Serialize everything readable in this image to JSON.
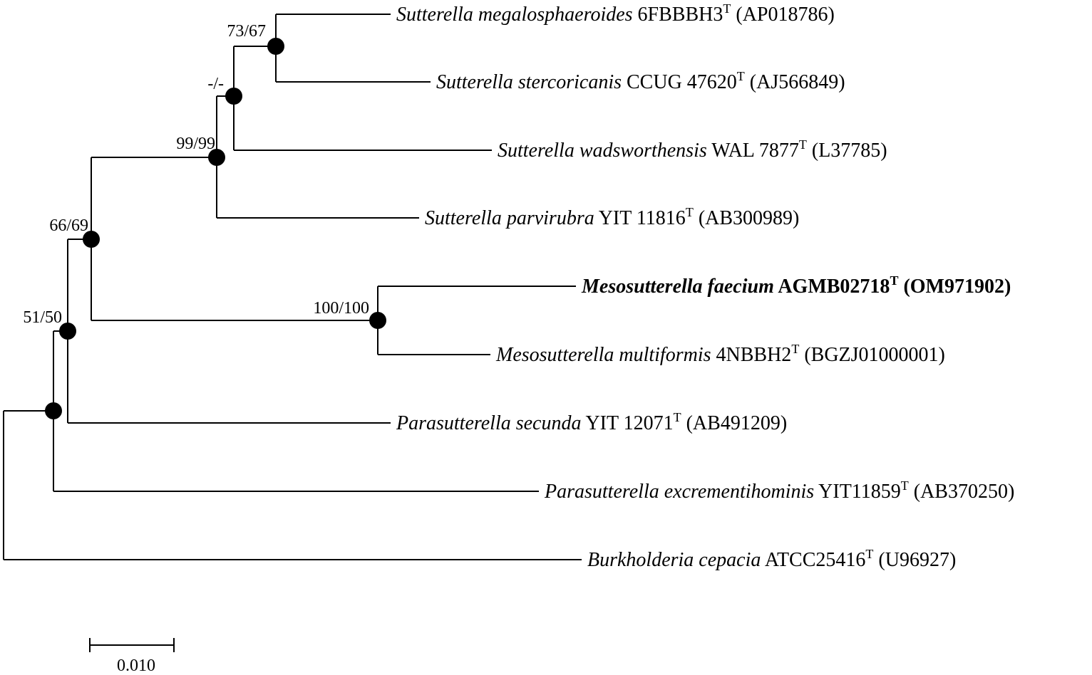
{
  "taxa": [
    {
      "genus": "Sutterella megalosphaeroides",
      "strain": "6FBBBH3",
      "sup": "T",
      "accession": "(AP018786)",
      "bold": false
    },
    {
      "genus": "Sutterella stercoricanis",
      "strain": "CCUG 47620",
      "sup": "T",
      "accession": "(AJ566849)",
      "bold": false
    },
    {
      "genus": "Sutterella wadsworthensis",
      "strain": "WAL 7877",
      "sup": "T",
      "accession": "(L37785)",
      "bold": false
    },
    {
      "genus": "Sutterella parvirubra",
      "strain": "YIT 11816",
      "sup": "T",
      "accession": "(AB300989)",
      "bold": false
    },
    {
      "genus": "Mesosutterella faecium",
      "strain": "AGMB02718",
      "sup": "T",
      "accession": "(OM971902)",
      "bold": true
    },
    {
      "genus": "Mesosutterella multiformis",
      "strain": "4NBBH2",
      "sup": "T",
      "accession": "(BGZJ01000001)",
      "bold": false
    },
    {
      "genus": "Parasutterella secunda",
      "strain": "YIT 12071",
      "sup": "T",
      "accession": "(AB491209)",
      "bold": false
    },
    {
      "genus": "Parasutterella excrementihominis",
      "strain": "YIT11859",
      "sup": "T",
      "accession": "(AB370250)",
      "bold": false
    },
    {
      "genus": "Burkholderia cepacia",
      "strain": "ATCC25416",
      "sup": "T",
      "accession": "(U96927)",
      "bold": false
    }
  ],
  "support": {
    "n_megalo_sterco": "73/67",
    "n_with_wads": "-/-",
    "n_sutterella": "99/99",
    "n_meso": "100/100",
    "n_sut_meso": "66/69",
    "n_with_secunda": "51/50"
  },
  "scale": {
    "label": "0.010"
  }
}
